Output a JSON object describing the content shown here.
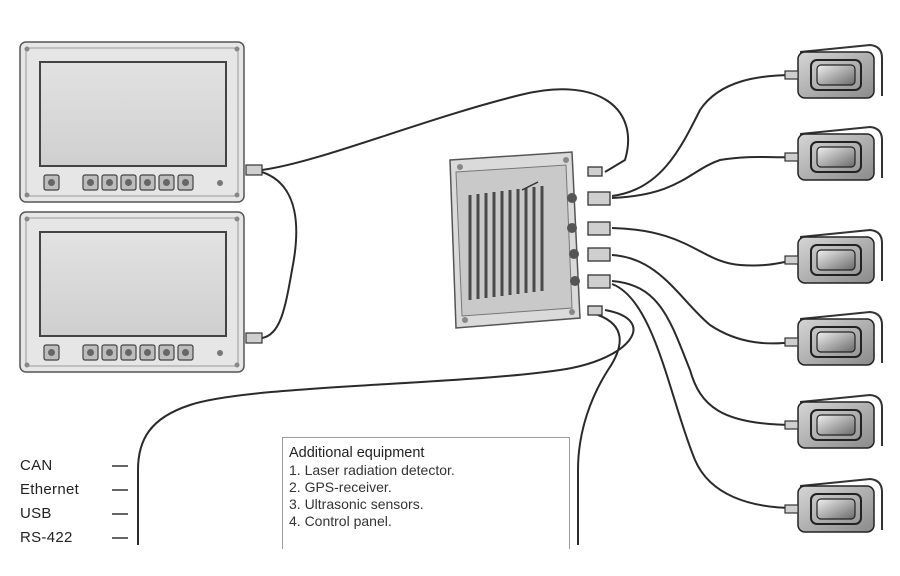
{
  "interfaces": [
    "CAN",
    "Ethernet",
    "USB",
    "RS-422"
  ],
  "additional_equipment": {
    "title": "Additional equipment",
    "items": [
      "1. Laser radiation detector.",
      "2. GPS-receiver.",
      "3. Ultrasonic sensors.",
      "4. Control panel."
    ]
  }
}
